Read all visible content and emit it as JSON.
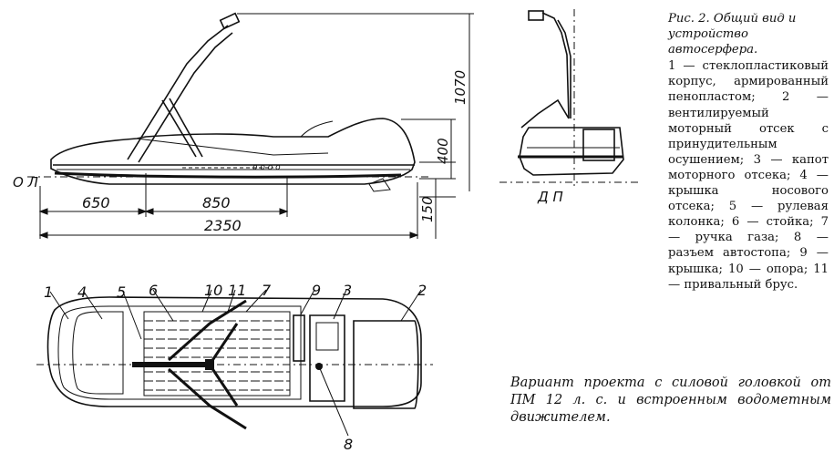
{
  "caption": {
    "title": "Рис. 2. Общий вид и устройство автосерфера.",
    "legend": "1 — стеклопластиковый корпус, армированный пенопластом; 2 — вентилируемый моторный отсек с принудительным осушением; 3 — капот моторного отсека; 4 — крышка носового отсека; 5 — рулевая колонка; 6 — стойка; 7 — ручка газа; 8 — разъем автостопа; 9 — крышка; 10 — опора; 11 — привальный брус."
  },
  "note": "Вариант проекта с силовой головкой от ПМ 12 л. с. и встроенным водометным движителем.",
  "side_view": {
    "waterline_label": "О Л",
    "dim_650": "650",
    "dim_850": "850",
    "dim_2350": "2350",
    "dim_1070": "1070",
    "dim_400": "400",
    "dim_150": "150"
  },
  "rear_view": {
    "label": "Д П"
  },
  "plan_view": {
    "callouts": [
      "1",
      "4",
      "5",
      "6",
      "10",
      "11",
      "7",
      "9",
      "3",
      "2",
      "8"
    ]
  }
}
